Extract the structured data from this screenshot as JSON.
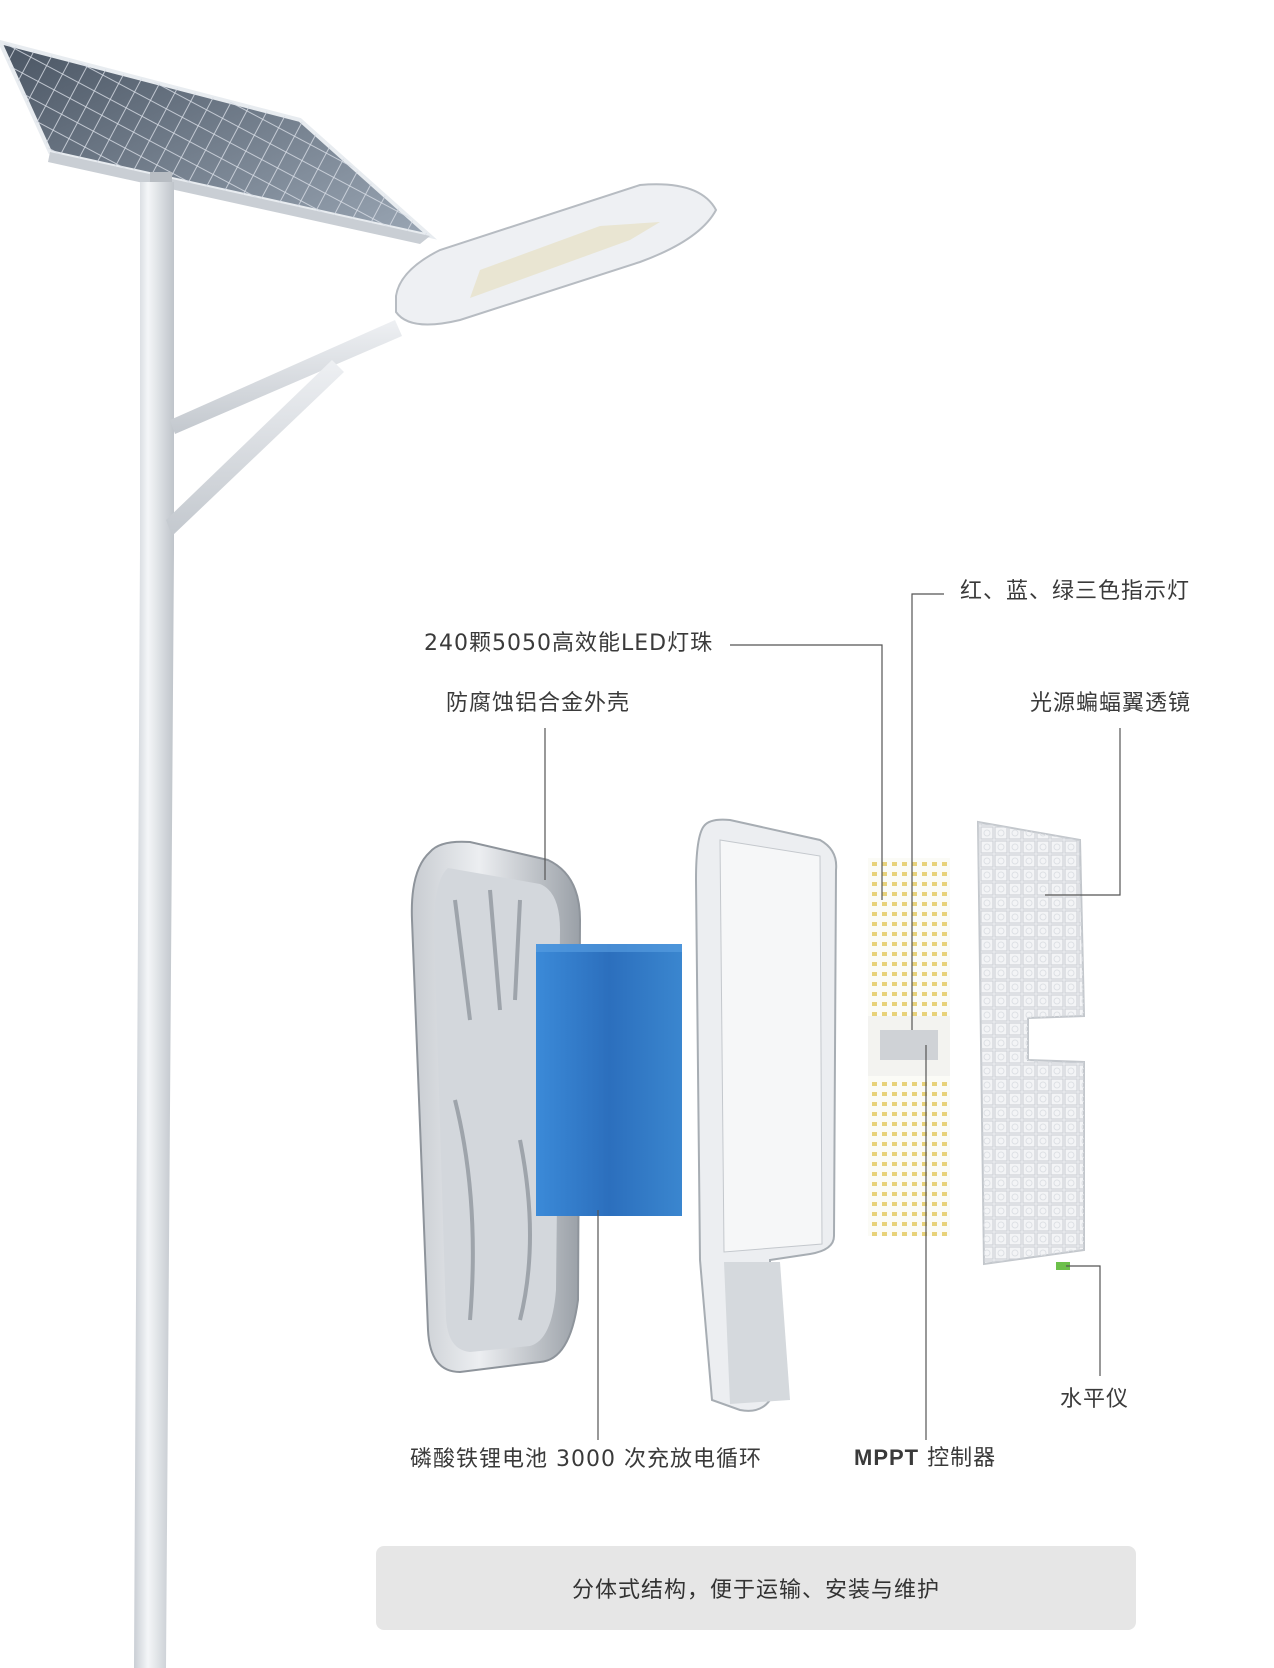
{
  "labels": {
    "indicator": "红、蓝、绿三色指示灯",
    "led": "240颗5050高效能LED灯珠",
    "housing": "防腐蚀铝合金外壳",
    "lens": "光源蝙蝠翼透镜",
    "level": "水平仪",
    "battery": "磷酸铁锂电池 3000 次充放电循环",
    "mppt_prefix": "MPPT",
    "mppt_suffix": " 控制器"
  },
  "caption": "分体式结构，便于运输、安装与维护",
  "colors": {
    "leader": "#555555",
    "battery": "#2f7dc8",
    "pole": "#d9dde2",
    "caption_bg": "#e6e6e6"
  }
}
